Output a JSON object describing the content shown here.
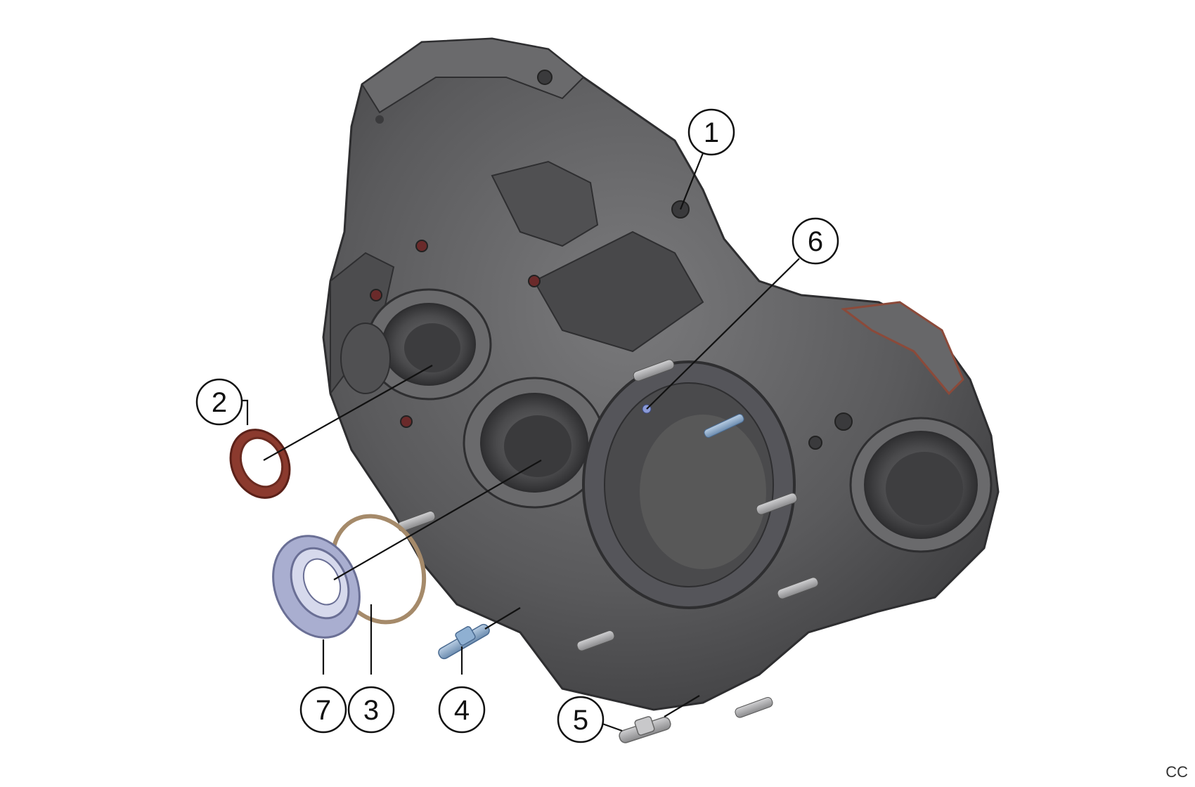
{
  "callouts": [
    {
      "id": 1,
      "label": "1",
      "part": "housing-stud"
    },
    {
      "id": 2,
      "label": "2",
      "part": "shaft-seal"
    },
    {
      "id": 3,
      "label": "3",
      "part": "o-ring"
    },
    {
      "id": 4,
      "label": "4",
      "part": "dowel-pin"
    },
    {
      "id": 5,
      "label": "5",
      "part": "dowel-sleeve"
    },
    {
      "id": 6,
      "label": "6",
      "part": "breather-stud"
    },
    {
      "id": 7,
      "label": "7",
      "part": "roller-bearing"
    }
  ],
  "corner_code": "CC",
  "colors": {
    "housing": "#5a5a5c",
    "housing_dark": "#3a3a3c",
    "housing_light": "#8a8a8c",
    "seal": "#8b3a2e",
    "o_ring": "#a58a6a",
    "bearing": "#a9aed0",
    "pin": "#7f9fc0",
    "callout_stroke": "#111111",
    "leader": "#111111"
  }
}
